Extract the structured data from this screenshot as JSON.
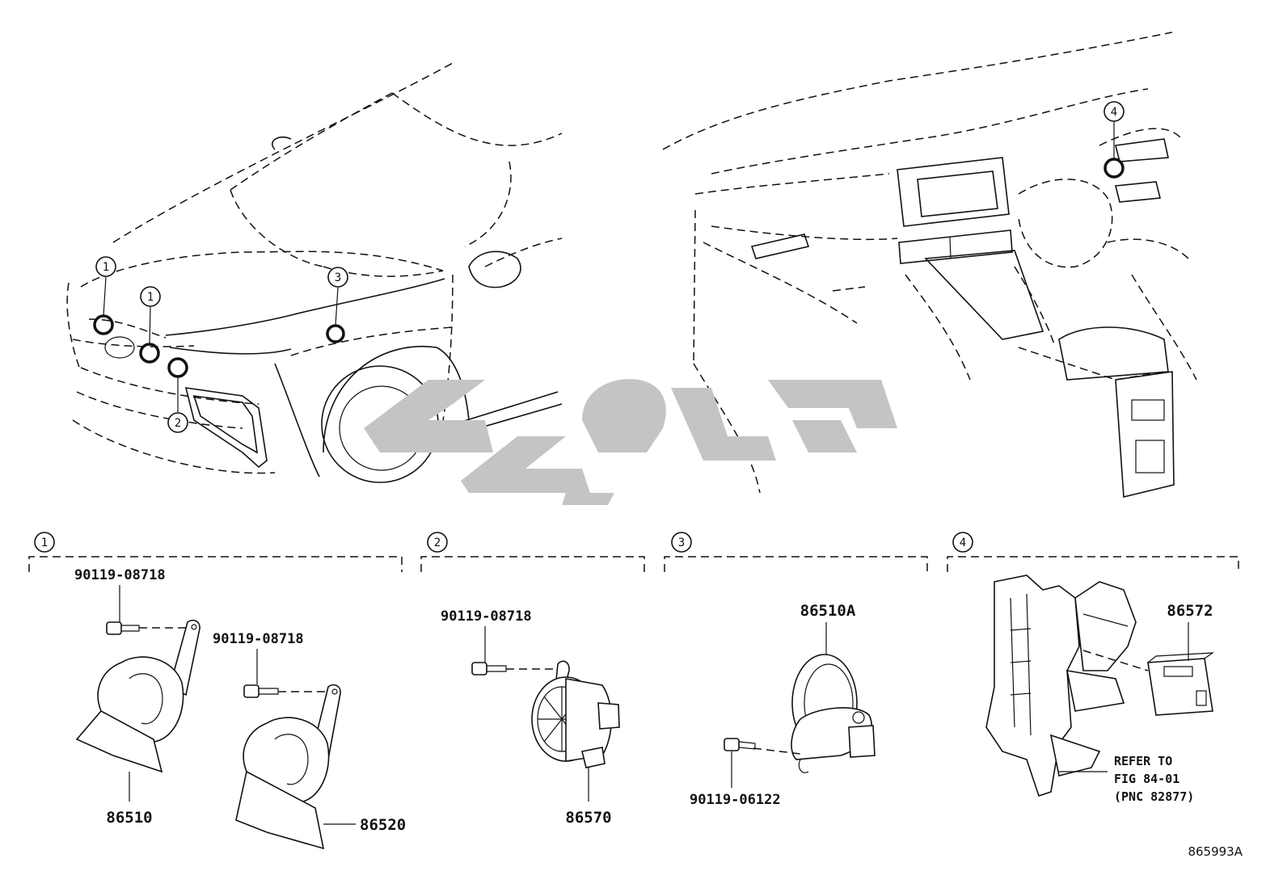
{
  "callouts": {
    "c1": "1",
    "c2": "2",
    "c3": "3",
    "c4": "4"
  },
  "groups": {
    "g1": {
      "number": "1",
      "parts": [
        "90119-08718",
        "90119-08718",
        "86510",
        "86520"
      ]
    },
    "g2": {
      "number": "2",
      "parts": [
        "90119-08718",
        "86570"
      ]
    },
    "g3": {
      "number": "3",
      "parts": [
        "86510A",
        "90119-06122"
      ]
    },
    "g4": {
      "number": "4",
      "parts": [
        "86572"
      ],
      "note": [
        "REFER TO",
        "FIG 84-01",
        "(PNC 82877)"
      ]
    }
  },
  "figure_id": "865993A",
  "watermark_color": "#c4c4c4"
}
